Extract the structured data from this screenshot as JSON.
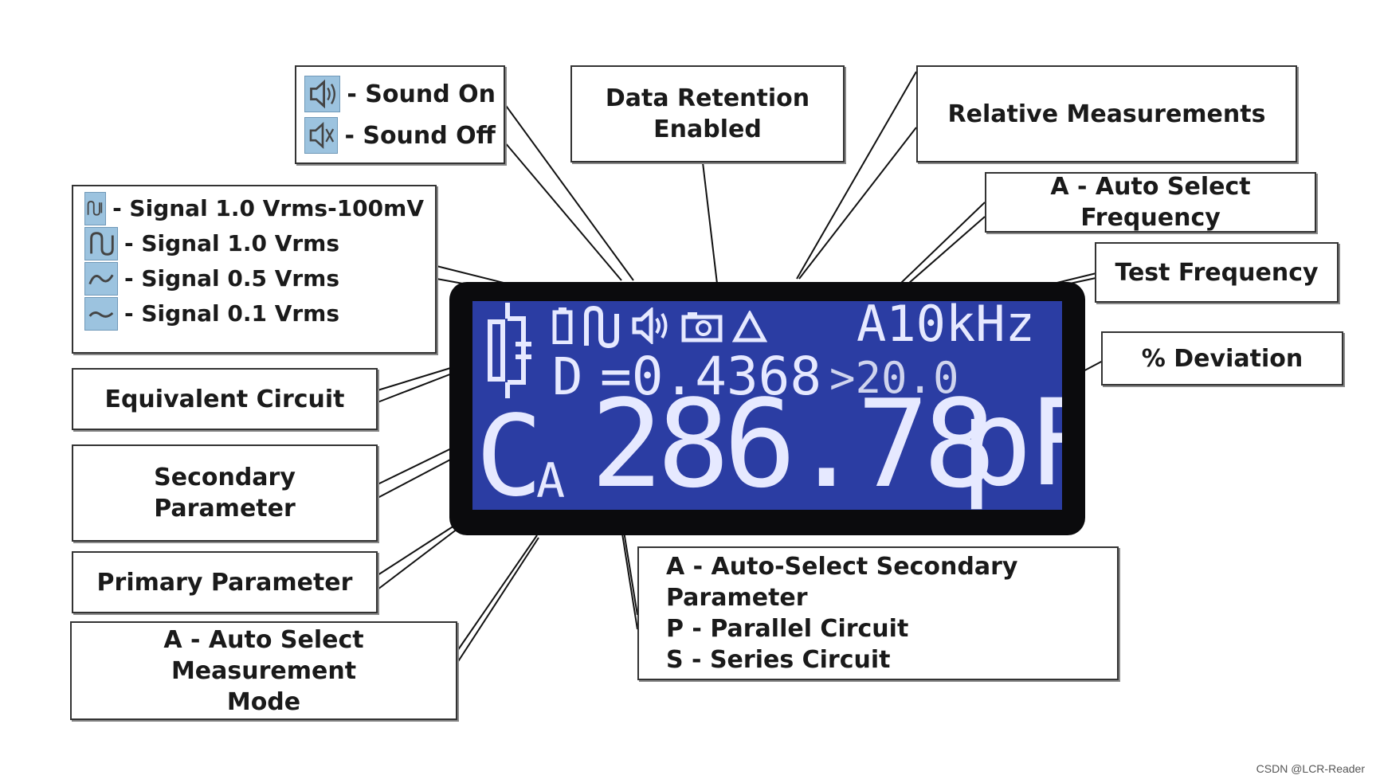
{
  "labels": {
    "sound_on": "- Sound On",
    "sound_off": "- Sound Off",
    "data_retention": [
      "Data Retention",
      "Enabled"
    ],
    "relative_measurements": "Relative Measurements",
    "auto_select_frequency": "A - Auto Select Frequency",
    "test_frequency": "Test Frequency",
    "percent_deviation": "% Deviation",
    "signals": [
      "- Signal 1.0 Vrms-100mV",
      "- Signal 1.0 Vrms",
      "- Signal 0.5 Vrms",
      "- Signal 0.1 Vrms"
    ],
    "equivalent_circuit": "Equivalent Circuit",
    "secondary_parameter": [
      "Secondary",
      "Parameter"
    ],
    "primary_parameter": "Primary Parameter",
    "auto_select_mode": [
      "A - Auto Select Measurement",
      "Mode"
    ],
    "secondary_modes": [
      "A - Auto-Select Secondary Parameter",
      "P - Parallel Circuit",
      "S - Series Circuit"
    ]
  },
  "lcd": {
    "frequency": "A10kHz",
    "secondary_symbol": "D",
    "secondary_value": "=0.4368",
    "deviation": ">20.0",
    "primary_symbol": "C",
    "primary_mode": "A",
    "primary_value": "286.78",
    "primary_unit": "pF"
  },
  "watermark": "CSDN @LCR-Reader",
  "colors": {
    "lcd_background": "#2b3da3",
    "lcd_text": "#e6e9ff",
    "bezel": "#0b0b0d",
    "icon_background": "#9cc3df"
  },
  "icons": [
    "speaker-on-icon",
    "speaker-off-icon",
    "signal-icon",
    "camera-icon",
    "triangle-icon",
    "equivalent-circuit-icon"
  ]
}
